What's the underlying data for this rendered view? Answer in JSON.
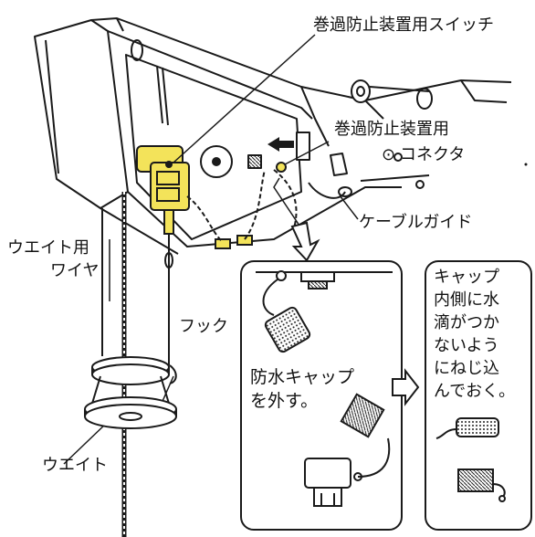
{
  "labels": {
    "limit_switch": "巻過防止装置用スイッチ",
    "connector_line1": "巻過防止装置用",
    "connector_line2": "コネクタ",
    "cable_guide": "ケーブルガイド",
    "weight_wire_line1": "ウエイト用",
    "weight_wire_line2": "ワイヤ",
    "hook": "フック",
    "weight": "ウエイト"
  },
  "step_remove": {
    "line1": "防水キャップ",
    "line2": "を外す。"
  },
  "step_note": {
    "lines": [
      "キャップ",
      "内側に水",
      "滴がつか",
      "ないよう",
      "にねじ込",
      "んでおく。"
    ]
  },
  "colors": {
    "highlight": "#f3e35a",
    "ink": "#1a1a1a"
  }
}
